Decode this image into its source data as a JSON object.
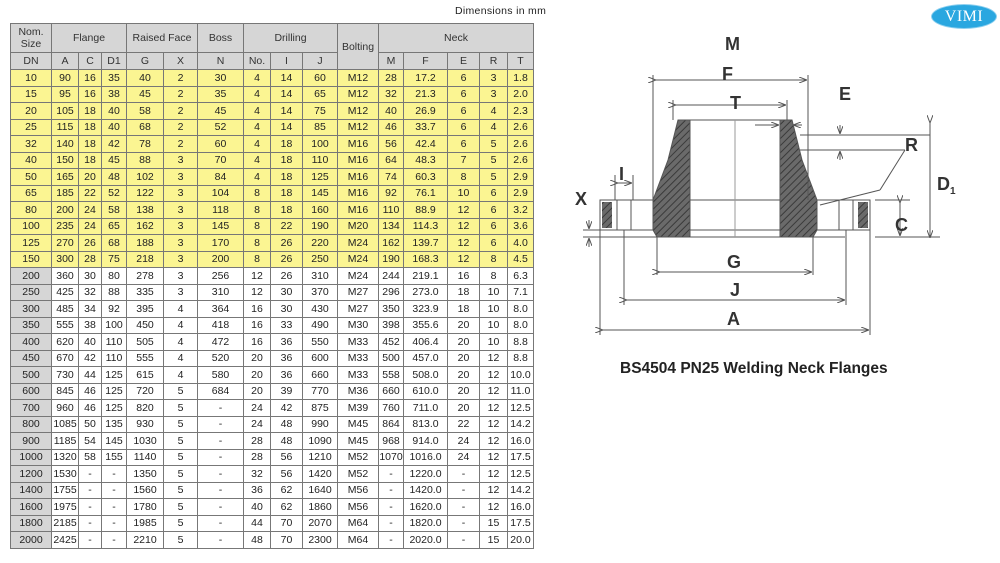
{
  "header": {
    "dimensions_note": "Dimensions in mm",
    "logo_text": "VIMI"
  },
  "table": {
    "group_headers": {
      "nom_size": "Nom. Size",
      "flange": "Flange",
      "raised_face": "Raised Face",
      "boss": "Boss",
      "drilling": "Drilling",
      "bolting": "Bolting",
      "neck": "Neck"
    },
    "columns": [
      "DN",
      "A",
      "C",
      "D1",
      "G",
      "X",
      "N",
      "No.",
      "I",
      "J",
      "M",
      "F",
      "E",
      "R",
      "T"
    ],
    "rows": [
      {
        "dn": "10",
        "a": "90",
        "c": "16",
        "d1": "35",
        "g": "40",
        "x": "2",
        "n": "30",
        "no": "4",
        "i": "14",
        "j": "60",
        "bolt": "M12",
        "m": "28",
        "f": "17.2",
        "e": "6",
        "r": "3",
        "t": "1.8"
      },
      {
        "dn": "15",
        "a": "95",
        "c": "16",
        "d1": "38",
        "g": "45",
        "x": "2",
        "n": "35",
        "no": "4",
        "i": "14",
        "j": "65",
        "bolt": "M12",
        "m": "32",
        "f": "21.3",
        "e": "6",
        "r": "3",
        "t": "2.0"
      },
      {
        "dn": "20",
        "a": "105",
        "c": "18",
        "d1": "40",
        "g": "58",
        "x": "2",
        "n": "45",
        "no": "4",
        "i": "14",
        "j": "75",
        "bolt": "M12",
        "m": "40",
        "f": "26.9",
        "e": "6",
        "r": "4",
        "t": "2.3"
      },
      {
        "dn": "25",
        "a": "115",
        "c": "18",
        "d1": "40",
        "g": "68",
        "x": "2",
        "n": "52",
        "no": "4",
        "i": "14",
        "j": "85",
        "bolt": "M12",
        "m": "46",
        "f": "33.7",
        "e": "6",
        "r": "4",
        "t": "2.6"
      },
      {
        "dn": "32",
        "a": "140",
        "c": "18",
        "d1": "42",
        "g": "78",
        "x": "2",
        "n": "60",
        "no": "4",
        "i": "18",
        "j": "100",
        "bolt": "M16",
        "m": "56",
        "f": "42.4",
        "e": "6",
        "r": "5",
        "t": "2.6"
      },
      {
        "dn": "40",
        "a": "150",
        "c": "18",
        "d1": "45",
        "g": "88",
        "x": "3",
        "n": "70",
        "no": "4",
        "i": "18",
        "j": "110",
        "bolt": "M16",
        "m": "64",
        "f": "48.3",
        "e": "7",
        "r": "5",
        "t": "2.6"
      },
      {
        "dn": "50",
        "a": "165",
        "c": "20",
        "d1": "48",
        "g": "102",
        "x": "3",
        "n": "84",
        "no": "4",
        "i": "18",
        "j": "125",
        "bolt": "M16",
        "m": "74",
        "f": "60.3",
        "e": "8",
        "r": "5",
        "t": "2.9"
      },
      {
        "dn": "65",
        "a": "185",
        "c": "22",
        "d1": "52",
        "g": "122",
        "x": "3",
        "n": "104",
        "no": "8",
        "i": "18",
        "j": "145",
        "bolt": "M16",
        "m": "92",
        "f": "76.1",
        "e": "10",
        "r": "6",
        "t": "2.9"
      },
      {
        "dn": "80",
        "a": "200",
        "c": "24",
        "d1": "58",
        "g": "138",
        "x": "3",
        "n": "118",
        "no": "8",
        "i": "18",
        "j": "160",
        "bolt": "M16",
        "m": "110",
        "f": "88.9",
        "e": "12",
        "r": "6",
        "t": "3.2"
      },
      {
        "dn": "100",
        "a": "235",
        "c": "24",
        "d1": "65",
        "g": "162",
        "x": "3",
        "n": "145",
        "no": "8",
        "i": "22",
        "j": "190",
        "bolt": "M20",
        "m": "134",
        "f": "114.3",
        "e": "12",
        "r": "6",
        "t": "3.6"
      },
      {
        "dn": "125",
        "a": "270",
        "c": "26",
        "d1": "68",
        "g": "188",
        "x": "3",
        "n": "170",
        "no": "8",
        "i": "26",
        "j": "220",
        "bolt": "M24",
        "m": "162",
        "f": "139.7",
        "e": "12",
        "r": "6",
        "t": "4.0"
      },
      {
        "dn": "150",
        "a": "300",
        "c": "28",
        "d1": "75",
        "g": "218",
        "x": "3",
        "n": "200",
        "no": "8",
        "i": "26",
        "j": "250",
        "bolt": "M24",
        "m": "190",
        "f": "168.3",
        "e": "12",
        "r": "8",
        "t": "4.5"
      },
      {
        "dn": "200",
        "a": "360",
        "c": "30",
        "d1": "80",
        "g": "278",
        "x": "3",
        "n": "256",
        "no": "12",
        "i": "26",
        "j": "310",
        "bolt": "M24",
        "m": "244",
        "f": "219.1",
        "e": "16",
        "r": "8",
        "t": "6.3"
      },
      {
        "dn": "250",
        "a": "425",
        "c": "32",
        "d1": "88",
        "g": "335",
        "x": "3",
        "n": "310",
        "no": "12",
        "i": "30",
        "j": "370",
        "bolt": "M27",
        "m": "296",
        "f": "273.0",
        "e": "18",
        "r": "10",
        "t": "7.1"
      },
      {
        "dn": "300",
        "a": "485",
        "c": "34",
        "d1": "92",
        "g": "395",
        "x": "4",
        "n": "364",
        "no": "16",
        "i": "30",
        "j": "430",
        "bolt": "M27",
        "m": "350",
        "f": "323.9",
        "e": "18",
        "r": "10",
        "t": "8.0"
      },
      {
        "dn": "350",
        "a": "555",
        "c": "38",
        "d1": "100",
        "g": "450",
        "x": "4",
        "n": "418",
        "no": "16",
        "i": "33",
        "j": "490",
        "bolt": "M30",
        "m": "398",
        "f": "355.6",
        "e": "20",
        "r": "10",
        "t": "8.0"
      },
      {
        "dn": "400",
        "a": "620",
        "c": "40",
        "d1": "110",
        "g": "505",
        "x": "4",
        "n": "472",
        "no": "16",
        "i": "36",
        "j": "550",
        "bolt": "M33",
        "m": "452",
        "f": "406.4",
        "e": "20",
        "r": "10",
        "t": "8.8"
      },
      {
        "dn": "450",
        "a": "670",
        "c": "42",
        "d1": "110",
        "g": "555",
        "x": "4",
        "n": "520",
        "no": "20",
        "i": "36",
        "j": "600",
        "bolt": "M33",
        "m": "500",
        "f": "457.0",
        "e": "20",
        "r": "12",
        "t": "8.8"
      },
      {
        "dn": "500",
        "a": "730",
        "c": "44",
        "d1": "125",
        "g": "615",
        "x": "4",
        "n": "580",
        "no": "20",
        "i": "36",
        "j": "660",
        "bolt": "M33",
        "m": "558",
        "f": "508.0",
        "e": "20",
        "r": "12",
        "t": "10.0"
      },
      {
        "dn": "600",
        "a": "845",
        "c": "46",
        "d1": "125",
        "g": "720",
        "x": "5",
        "n": "684",
        "no": "20",
        "i": "39",
        "j": "770",
        "bolt": "M36",
        "m": "660",
        "f": "610.0",
        "e": "20",
        "r": "12",
        "t": "11.0"
      },
      {
        "dn": "700",
        "a": "960",
        "c": "46",
        "d1": "125",
        "g": "820",
        "x": "5",
        "n": "-",
        "no": "24",
        "i": "42",
        "j": "875",
        "bolt": "M39",
        "m": "760",
        "f": "711.0",
        "e": "20",
        "r": "12",
        "t": "12.5"
      },
      {
        "dn": "800",
        "a": "1085",
        "c": "50",
        "d1": "135",
        "g": "930",
        "x": "5",
        "n": "-",
        "no": "24",
        "i": "48",
        "j": "990",
        "bolt": "M45",
        "m": "864",
        "f": "813.0",
        "e": "22",
        "r": "12",
        "t": "14.2"
      },
      {
        "dn": "900",
        "a": "1185",
        "c": "54",
        "d1": "145",
        "g": "1030",
        "x": "5",
        "n": "-",
        "no": "28",
        "i": "48",
        "j": "1090",
        "bolt": "M45",
        "m": "968",
        "f": "914.0",
        "e": "24",
        "r": "12",
        "t": "16.0"
      },
      {
        "dn": "1000",
        "a": "1320",
        "c": "58",
        "d1": "155",
        "g": "1140",
        "x": "5",
        "n": "-",
        "no": "28",
        "i": "56",
        "j": "1210",
        "bolt": "M52",
        "m": "1070",
        "f": "1016.0",
        "e": "24",
        "r": "12",
        "t": "17.5"
      },
      {
        "dn": "1200",
        "a": "1530",
        "c": "-",
        "d1": "-",
        "g": "1350",
        "x": "5",
        "n": "-",
        "no": "32",
        "i": "56",
        "j": "1420",
        "bolt": "M52",
        "m": "-",
        "f": "1220.0",
        "e": "-",
        "r": "12",
        "t": "12.5"
      },
      {
        "dn": "1400",
        "a": "1755",
        "c": "-",
        "d1": "-",
        "g": "1560",
        "x": "5",
        "n": "-",
        "no": "36",
        "i": "62",
        "j": "1640",
        "bolt": "M56",
        "m": "-",
        "f": "1420.0",
        "e": "-",
        "r": "12",
        "t": "14.2"
      },
      {
        "dn": "1600",
        "a": "1975",
        "c": "-",
        "d1": "-",
        "g": "1780",
        "x": "5",
        "n": "-",
        "no": "40",
        "i": "62",
        "j": "1860",
        "bolt": "M56",
        "m": "-",
        "f": "1620.0",
        "e": "-",
        "r": "12",
        "t": "16.0"
      },
      {
        "dn": "1800",
        "a": "2185",
        "c": "-",
        "d1": "-",
        "g": "1985",
        "x": "5",
        "n": "-",
        "no": "44",
        "i": "70",
        "j": "2070",
        "bolt": "M64",
        "m": "-",
        "f": "1820.0",
        "e": "-",
        "r": "15",
        "t": "17.5"
      },
      {
        "dn": "2000",
        "a": "2425",
        "c": "-",
        "d1": "-",
        "g": "2210",
        "x": "5",
        "n": "-",
        "no": "48",
        "i": "70",
        "j": "2300",
        "bolt": "M64",
        "m": "-",
        "f": "2020.0",
        "e": "-",
        "r": "15",
        "t": "20.0"
      }
    ],
    "highlight_rows": 12,
    "colors": {
      "highlight": "#fbf592",
      "header": "#d6d6d6",
      "border": "#777777"
    }
  },
  "diagram": {
    "labels": {
      "m": "M",
      "f": "F",
      "t": "T",
      "e": "E",
      "r": "R",
      "i": "I",
      "x": "X",
      "d1": "D",
      "d1_sub": "1",
      "c": "C",
      "g": "G",
      "j": "J",
      "a": "A"
    },
    "caption": "BS4504 PN25 Welding Neck Flanges"
  }
}
